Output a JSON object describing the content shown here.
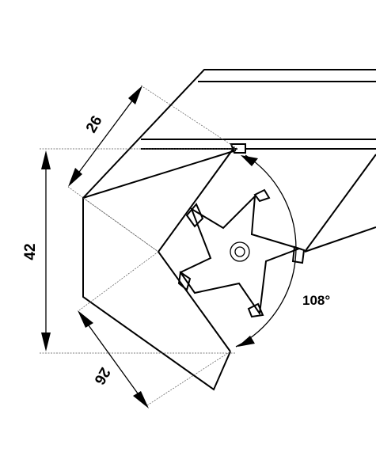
{
  "dimensions": {
    "upper_edge_length": "26",
    "height": "42",
    "lower_edge_length": "26",
    "angle": "108°"
  },
  "colors": {
    "line": "#000000",
    "extension_line": "#555555",
    "background": "#ffffff"
  }
}
